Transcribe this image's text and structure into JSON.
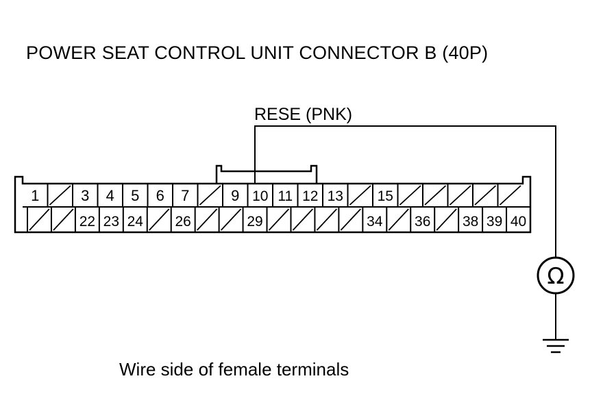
{
  "title": "POWER SEAT CONTROL UNIT CONNECTOR B (40P)",
  "wire_label": "RESE (PNK)",
  "meter_symbol": "Ω",
  "caption": "Wire side of female terminals",
  "connector": {
    "terminals_total": 40,
    "row1": [
      "1",
      "",
      "3",
      "4",
      "5",
      "6",
      "7",
      "",
      "9",
      "10",
      "11",
      "12",
      "13",
      "",
      "15",
      "",
      "",
      "",
      "",
      ""
    ],
    "row2": [
      "",
      "",
      "22",
      "23",
      "24",
      "",
      "26",
      "",
      "",
      "29",
      "",
      "",
      "",
      "",
      "34",
      "",
      "36",
      "",
      "38",
      "39",
      "40"
    ],
    "probe_terminal": "10"
  },
  "icons": [
    "ohmmeter-icon",
    "ground-icon"
  ]
}
